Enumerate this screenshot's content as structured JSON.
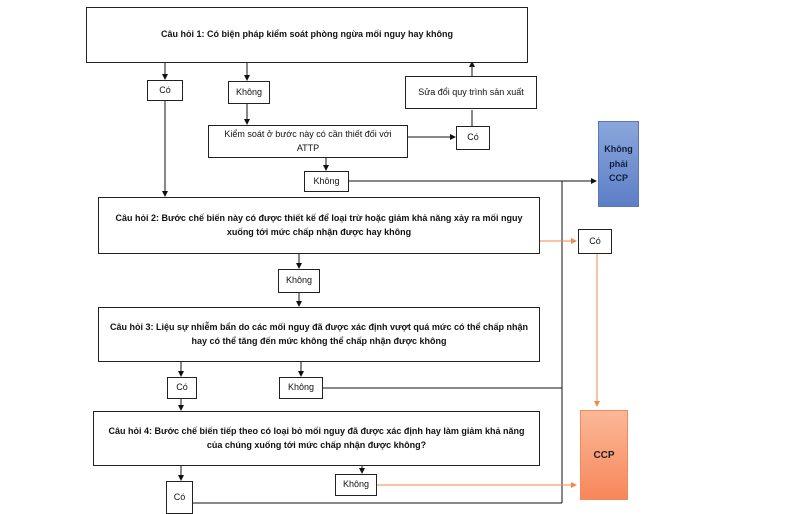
{
  "q1": "Câu hỏi 1: Có biện pháp kiểm soát phòng ngừa mối nguy hay không",
  "q1_yes": "Có",
  "q1_no": "Không",
  "modify": "Sửa đổi quy trình sản xuất",
  "control_needed": "Kiểm soát ở bước này có cần thiết đối với ATTP",
  "control_yes": "Có",
  "control_no": "Không",
  "not_ccp": "Không phải CCP",
  "q2": "Câu hỏi 2: Bước chế biến này có được thiết kế để loại trừ hoặc giảm khả năng xảy ra mối nguy xuống tới mức chấp nhận được hay không",
  "q2_yes": "Có",
  "q2_no": "Không",
  "q3": "Câu hỏi 3: Liệu sự nhiễm bẩn do các mối nguy đã được xác định vượt quá mức có thể chấp nhận hay có thể tăng đến mức không thể chấp nhận được không",
  "q3_yes": "Có",
  "q3_no": "Không",
  "q4": "Câu hỏi 4: Bước chế biến tiếp theo có loại bỏ mối nguy đã được xác định hay làm giảm khả năng của chúng xuống tới mức chấp nhận được không?",
  "q4_yes": "Có",
  "q4_no": "Không",
  "ccp": "CCP",
  "colors": {
    "blue_box": "#6f8fd0",
    "orange_box": "#f8996d",
    "orange_line": "#f08a4b"
  }
}
